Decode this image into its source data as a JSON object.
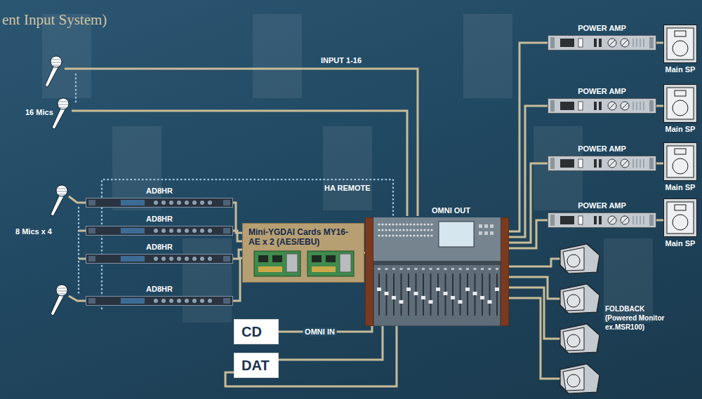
{
  "diagram": {
    "title": "ent Input System)",
    "nodes": [
      {
        "text": [
          "AD8HR"
        ]
      },
      {
        "text": [
          "AD8HR"
        ]
      },
      {
        "text": [
          "AD8HR"
        ]
      },
      {
        "text": [
          "AD8HR"
        ]
      },
      {
        "text": [
          "Mini-YGDAI Cards MY16-AE x 2 (AES/EBU)"
        ]
      },
      {
        "text": [
          "OMNI OUT"
        ]
      },
      {
        "text": [
          "CD"
        ]
      },
      {
        "text": [
          "DAT"
        ]
      },
      {
        "text": [
          "POWER AMP"
        ]
      },
      {
        "text": [
          "POWER AMP"
        ]
      },
      {
        "text": [
          "POWER AMP"
        ]
      },
      {
        "text": [
          "POWER AMP"
        ]
      },
      {
        "text": [
          "Main SP"
        ]
      },
      {
        "text": [
          "Main SP"
        ]
      },
      {
        "text": [
          "Main SP"
        ]
      },
      {
        "text": [
          "Main SP"
        ]
      }
    ],
    "edges": [
      {
        "from": 0,
        "to": 4,
        "arrow": "none"
      },
      {
        "from": 1,
        "to": 4,
        "arrow": "none"
      },
      {
        "from": 2,
        "to": 4,
        "arrow": "none"
      },
      {
        "from": 3,
        "to": 4,
        "arrow": "none"
      },
      {
        "from": 4,
        "to": 5,
        "arrow": "none"
      },
      {
        "from": 5,
        "to": 8,
        "arrow": "none"
      },
      {
        "from": 5,
        "to": 9,
        "arrow": "none"
      },
      {
        "from": 5,
        "to": 10,
        "arrow": "none"
      },
      {
        "from": 5,
        "to": 11,
        "arrow": "none"
      },
      {
        "from": 8,
        "to": 12,
        "arrow": "none"
      },
      {
        "from": 9,
        "to": 13,
        "arrow": "none"
      },
      {
        "from": 10,
        "to": 14,
        "arrow": "none"
      },
      {
        "from": 11,
        "to": 15,
        "arrow": "none"
      },
      {
        "from": 6,
        "to": 5,
        "label": "OMNI IN",
        "arrow": "none"
      },
      {
        "from": 7,
        "to": 5,
        "arrow": "none"
      },
      {
        "from": 5,
        "to": 7,
        "arrow": "none"
      }
    ],
    "labels": [
      "16 Mics",
      "INPUT 1-16",
      "HA REMOTE",
      "8 Mics x 4",
      "FOLDBACK (Powered Monitor ex.MSR100)"
    ]
  }
}
